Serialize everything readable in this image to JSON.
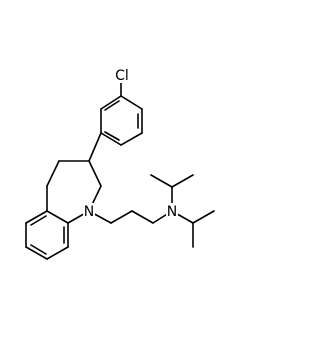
{
  "molecule": {
    "atoms": {
      "chlorine": {
        "symbol": "Cl",
        "color": "#000000"
      },
      "nitrogen_ring": {
        "symbol": "N",
        "color": "#000000"
      },
      "nitrogen_amine": {
        "symbol": "N",
        "color": "#000000"
      }
    },
    "bond_color": "#000000"
  }
}
